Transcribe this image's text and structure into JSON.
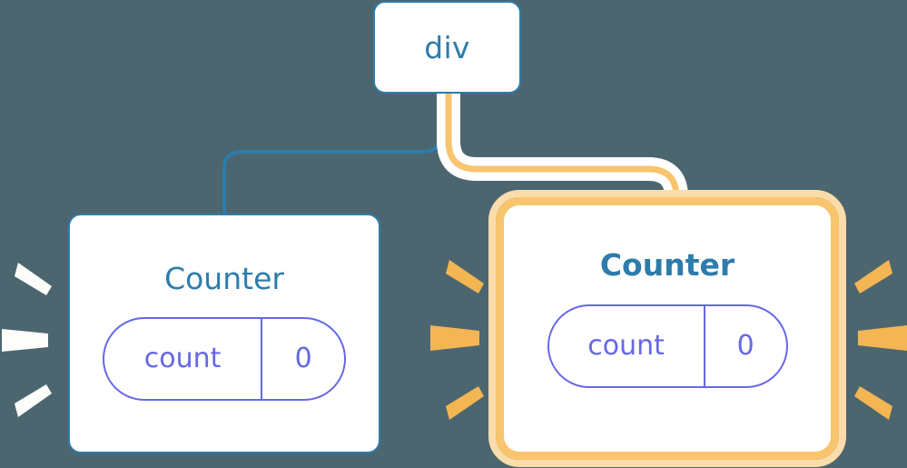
{
  "theme": {
    "background": "#4c6670",
    "node_fill": "#ffffff",
    "blue": "#2d7cab",
    "orange": "#f8c46d",
    "orange_glow": "#fbdcab",
    "indigo": "#6568e6",
    "white": "#ffffff"
  },
  "diagram": {
    "type": "component-tree",
    "root": {
      "id": "root-div",
      "label": "div",
      "highlighted": false
    },
    "children": [
      {
        "id": "counter-left",
        "title": "Counter",
        "highlighted": false,
        "bold_title": false,
        "state": {
          "key": "count",
          "value": "0"
        },
        "sparkles": {
          "color_name": "white",
          "color": "#ffffff",
          "sides": [
            "left"
          ]
        },
        "edge": {
          "color_name": "blue",
          "color": "#2d7cab",
          "style": "thin"
        }
      },
      {
        "id": "counter-right",
        "title": "Counter",
        "highlighted": true,
        "bold_title": true,
        "state": {
          "key": "count",
          "value": "0"
        },
        "sparkles": {
          "color_name": "orange",
          "color": "#f4b553",
          "sides": [
            "left",
            "right"
          ]
        },
        "edge": {
          "color_name": "orange",
          "color": "#f8c46d",
          "style": "thick-haloed"
        }
      }
    ]
  },
  "icons": {
    "sparkle": "sparkle-ray-icon"
  }
}
